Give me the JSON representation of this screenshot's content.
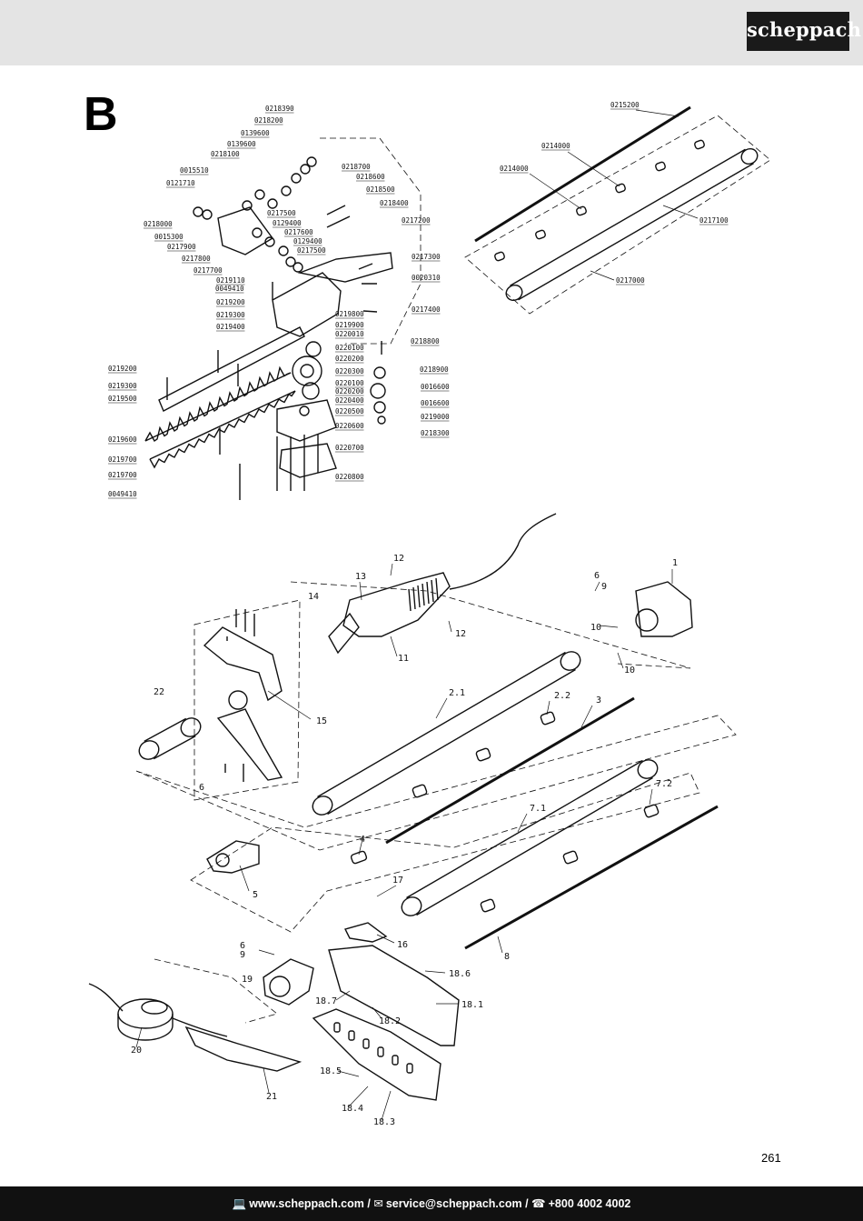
{
  "header": {
    "brand": "scheppach"
  },
  "section_letter": "B",
  "diagram_top": {
    "labels": [
      "0218390",
      "0218200",
      "0139600",
      "0139600",
      "0218100",
      "0015510",
      "0121710",
      "0218000",
      "0015300",
      "0217900",
      "0217800",
      "0217700",
      "0219110",
      "0049410",
      "0219200",
      "0219300",
      "0219400",
      "0219200",
      "0219300",
      "0219500",
      "0219600",
      "0219700",
      "0219700",
      "0049410",
      "0218700",
      "0218600",
      "0218500",
      "0218400",
      "0217200",
      "0217500",
      "0129400",
      "0217600",
      "0129400",
      "0217500",
      "0217300",
      "0020310",
      "0217400",
      "0219800",
      "0219900",
      "0220010",
      "0220100",
      "0220200",
      "0220300",
      "0220100",
      "0220200",
      "0220400",
      "0220500",
      "0220600",
      "0220700",
      "0220800",
      "0218800",
      "0218900",
      "0016600",
      "0016600",
      "0219000",
      "0218300"
    ],
    "shaft_labels": [
      "0215200",
      "0214000",
      "0214000",
      "0217100",
      "0217000"
    ]
  },
  "diagram_bottom": {
    "labels": [
      "1",
      "6",
      "9",
      "10",
      "10",
      "12",
      "12",
      "13",
      "14",
      "11",
      "15",
      "22",
      "2.1",
      "2.2",
      "3",
      "6",
      "5",
      "4",
      "7.1",
      "7.2",
      "8",
      "17",
      "16",
      "6",
      "9",
      "19",
      "18.6",
      "18.7",
      "18.1",
      "18.2",
      "20",
      "21",
      "18.5",
      "18.4",
      "18.3"
    ]
  },
  "page_number": "261",
  "footer": {
    "website": "www.scheppach.com",
    "email": "service@scheppach.com",
    "phone": "+800 4002 4002",
    "separator": "/"
  }
}
